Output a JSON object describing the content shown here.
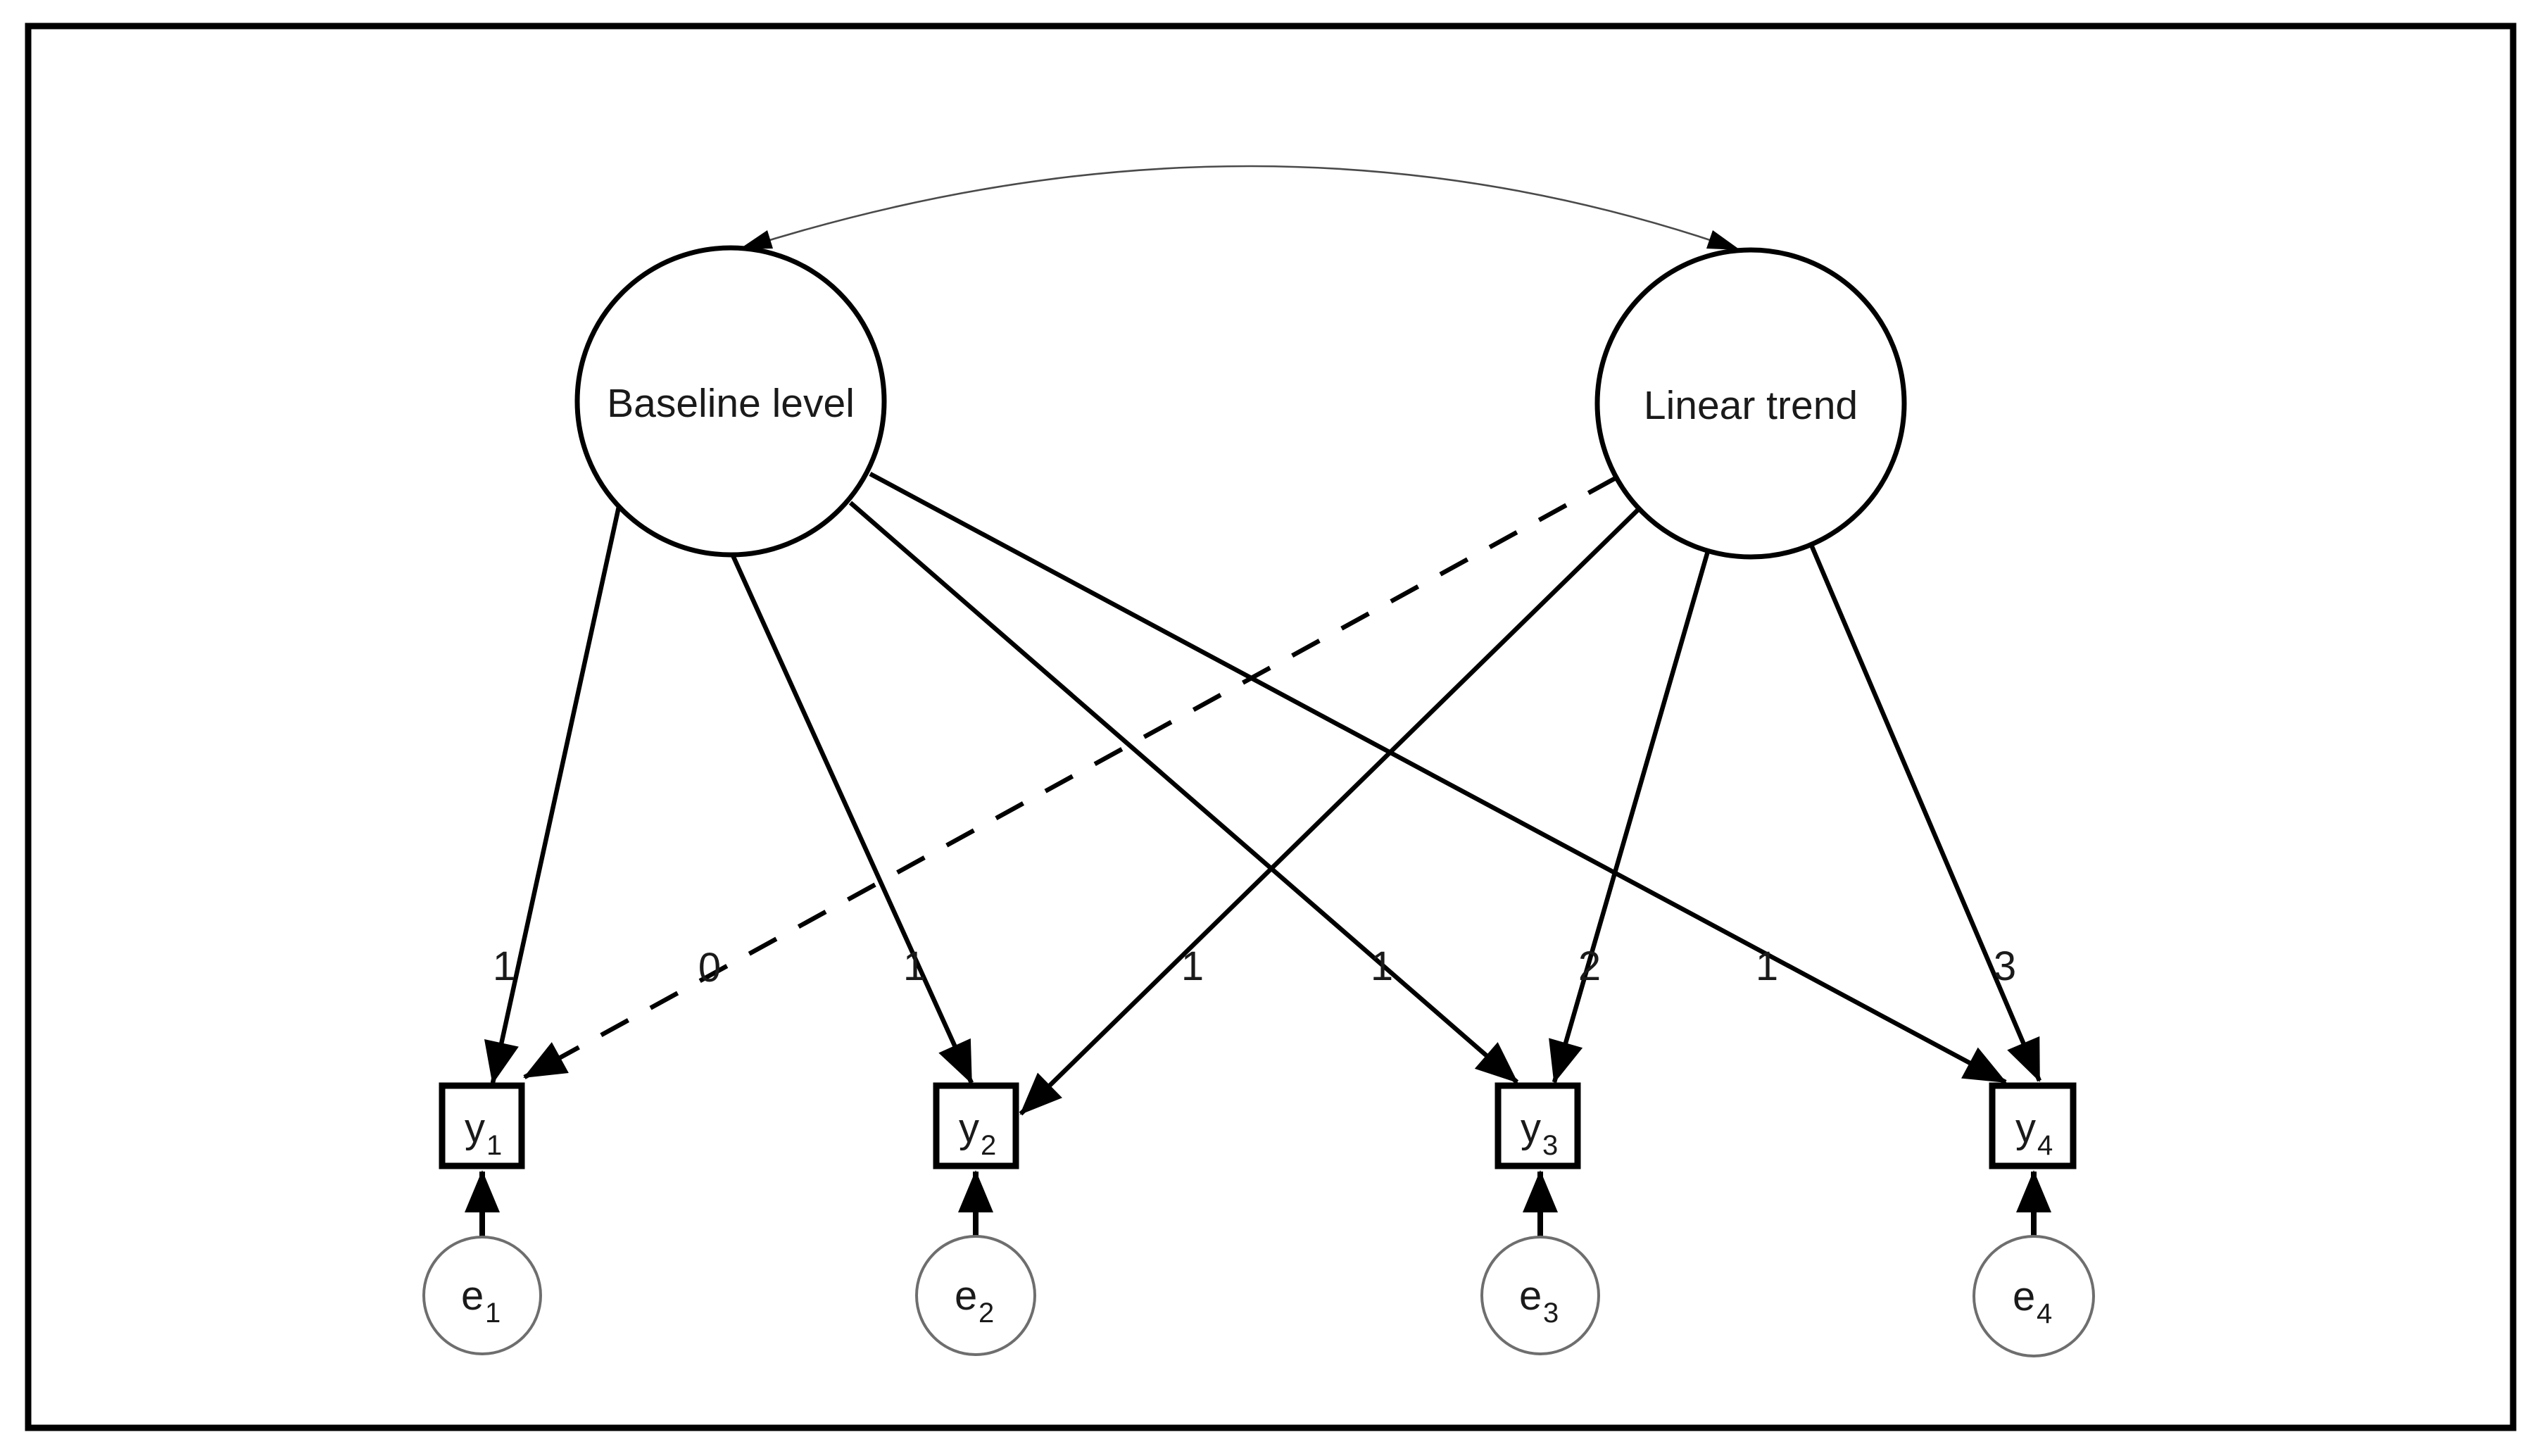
{
  "diagram": {
    "type": "latent-growth-curve-path-diagram",
    "background": "#ffffff",
    "line_color": "#000000",
    "covariance_line_color": "#4a4a4a",
    "error_circle_stroke": "#6e6e6e",
    "latent_variables": [
      {
        "id": "baseline",
        "label": "Baseline level"
      },
      {
        "id": "linear",
        "label": "Linear trend"
      }
    ],
    "observed_variables": [
      {
        "id": "y1",
        "base": "y",
        "sub": "1"
      },
      {
        "id": "y2",
        "base": "y",
        "sub": "2"
      },
      {
        "id": "y3",
        "base": "y",
        "sub": "3"
      },
      {
        "id": "y4",
        "base": "y",
        "sub": "4"
      }
    ],
    "error_terms": [
      {
        "id": "e1",
        "base": "e",
        "sub": "1"
      },
      {
        "id": "e2",
        "base": "e",
        "sub": "2"
      },
      {
        "id": "e3",
        "base": "e",
        "sub": "3"
      },
      {
        "id": "e4",
        "base": "e",
        "sub": "4"
      }
    ],
    "paths": [
      {
        "from": "Baseline level",
        "to": "y1",
        "coefficient": "1",
        "style": "solid"
      },
      {
        "from": "Linear trend",
        "to": "y1",
        "coefficient": "0",
        "style": "dashed"
      },
      {
        "from": "Baseline level",
        "to": "y2",
        "coefficient": "1",
        "style": "solid"
      },
      {
        "from": "Linear trend",
        "to": "y2",
        "coefficient": "1",
        "style": "solid"
      },
      {
        "from": "Baseline level",
        "to": "y3",
        "coefficient": "1",
        "style": "solid"
      },
      {
        "from": "Linear trend",
        "to": "y3",
        "coefficient": "2",
        "style": "solid"
      },
      {
        "from": "Baseline level",
        "to": "y4",
        "coefficient": "1",
        "style": "solid"
      },
      {
        "from": "Linear trend",
        "to": "y4",
        "coefficient": "3",
        "style": "solid"
      }
    ],
    "error_paths": [
      {
        "from": "e1",
        "to": "y1"
      },
      {
        "from": "e2",
        "to": "y2"
      },
      {
        "from": "e3",
        "to": "y3"
      },
      {
        "from": "e4",
        "to": "y4"
      }
    ],
    "covariance": {
      "between": [
        "Baseline level",
        "Linear trend"
      ],
      "style": "curved-double-headed-arrow"
    }
  }
}
